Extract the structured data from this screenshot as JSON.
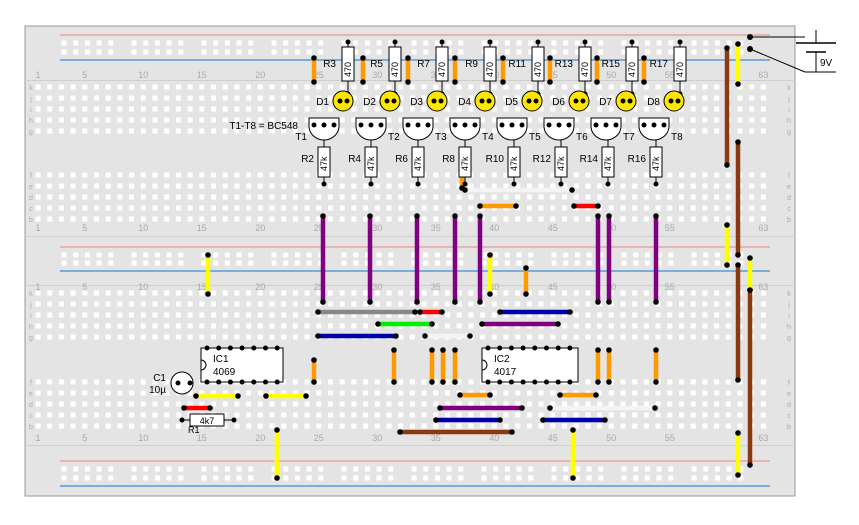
{
  "board": {
    "colors": {
      "board": "#e4e4e4",
      "hole": "#ffffff",
      "rail_red": "#f08080",
      "rail_blue": "#3a8ad8",
      "column_number": "#aaaaaa",
      "row_letter": "#aaaaaa"
    },
    "column_numbers": [
      "1",
      "5",
      "10",
      "15",
      "20",
      "25",
      "30",
      "35",
      "40",
      "45",
      "50",
      "55",
      "63"
    ],
    "row_letters_upper": [
      "k",
      "j",
      "i",
      "h",
      "g"
    ],
    "row_letters_lower": [
      "f",
      "e",
      "d",
      "c",
      "b"
    ]
  },
  "wire_colors": {
    "orange": "#ff9900",
    "yellow": "#ffff00",
    "purple": "#800080",
    "brown": "#8b3a0f",
    "gray": "#888888",
    "green": "#00ee00",
    "red": "#ff0000",
    "blue": "#0000aa",
    "white": "#f4f4f4"
  },
  "power": {
    "label": "9V",
    "symbol": "battery-icon"
  },
  "transistor_note": "T1-T8 = BC548",
  "resistors_top": [
    {
      "ref": "R3",
      "value": "470"
    },
    {
      "ref": "R5",
      "value": "470"
    },
    {
      "ref": "R7",
      "value": "470"
    },
    {
      "ref": "R9",
      "value": "470"
    },
    {
      "ref": "R11",
      "value": "470"
    },
    {
      "ref": "R13",
      "value": "470"
    },
    {
      "ref": "R15",
      "value": "470"
    },
    {
      "ref": "R17",
      "value": "470"
    }
  ],
  "leds": [
    "D1",
    "D2",
    "D3",
    "D4",
    "D5",
    "D6",
    "D7",
    "D8"
  ],
  "transistors": [
    "T1",
    "T2",
    "T3",
    "T4",
    "T5",
    "T6",
    "T7",
    "T8"
  ],
  "resistors_bottom": [
    {
      "ref": "R2",
      "value": "47k"
    },
    {
      "ref": "R4",
      "value": "47k"
    },
    {
      "ref": "R6",
      "value": "47k"
    },
    {
      "ref": "R8",
      "value": "47k"
    },
    {
      "ref": "R10",
      "value": "47k"
    },
    {
      "ref": "R12",
      "value": "47k"
    },
    {
      "ref": "R14",
      "value": "47k"
    },
    {
      "ref": "R16",
      "value": "47k"
    }
  ],
  "ics": [
    {
      "ref": "IC1",
      "part": "4069"
    },
    {
      "ref": "IC2",
      "part": "4017"
    }
  ],
  "capacitor": {
    "ref": "C1",
    "value": "10µ"
  },
  "resistor_r1": {
    "ref": "R1",
    "value": "4k7"
  }
}
